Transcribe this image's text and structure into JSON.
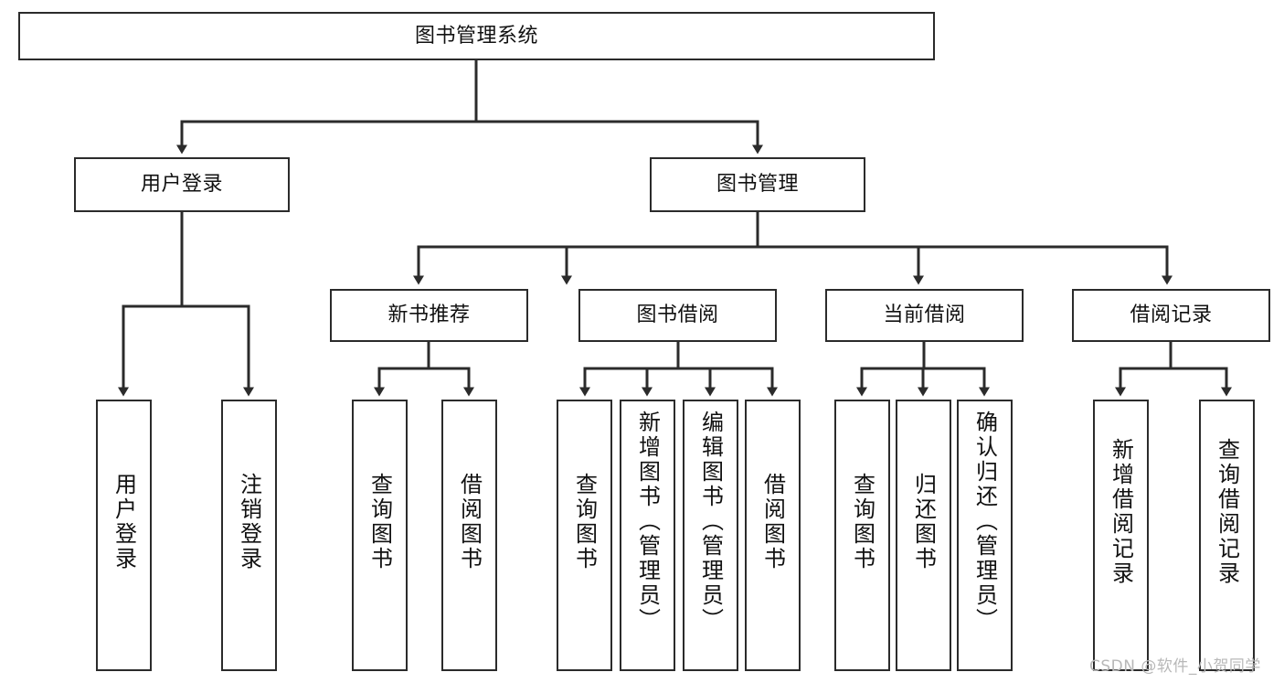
{
  "diagram": {
    "title": "图书管理系统",
    "type": "tree-hierarchy-chart",
    "orientation": "top-down",
    "colors": {
      "box_border": "#2b2b2b",
      "box_fill": "#ffffff",
      "edge": "#2b2b2b",
      "text": "#111111",
      "watermark": "#b8b8b8",
      "background": "#ffffff"
    },
    "root": {
      "id": "root",
      "label": "图书管理系统"
    },
    "level2": [
      {
        "id": "user-login",
        "label": "用户登录"
      },
      {
        "id": "book-manage",
        "label": "图书管理"
      }
    ],
    "level3": [
      {
        "id": "new-book-rec",
        "label": "新书推荐",
        "parent": "book-manage"
      },
      {
        "id": "book-borrow",
        "label": "图书借阅",
        "parent": "book-manage"
      },
      {
        "id": "current-borrow",
        "label": "当前借阅",
        "parent": "book-manage"
      },
      {
        "id": "borrow-record",
        "label": "借阅记录",
        "parent": "book-manage"
      }
    ],
    "leaves": {
      "user-login": [
        {
          "id": "leaf-user-login",
          "label": "用户登录"
        },
        {
          "id": "leaf-logout",
          "label": "注销登录"
        }
      ],
      "new-book-rec": [
        {
          "id": "leaf-query-book-1",
          "label": "查询图书"
        },
        {
          "id": "leaf-borrow-book-1",
          "label": "借阅图书"
        }
      ],
      "book-borrow": [
        {
          "id": "leaf-query-book-2",
          "label": "查询图书"
        },
        {
          "id": "leaf-add-book",
          "label": "新增图书（管理员）"
        },
        {
          "id": "leaf-edit-book",
          "label": "编辑图书（管理员）"
        },
        {
          "id": "leaf-borrow-book-2",
          "label": "借阅图书"
        }
      ],
      "current-borrow": [
        {
          "id": "leaf-query-book-3",
          "label": "查询图书"
        },
        {
          "id": "leaf-return-book",
          "label": "归还图书"
        },
        {
          "id": "leaf-confirm-return",
          "label": "确认归还（管理员）"
        }
      ],
      "borrow-record": [
        {
          "id": "leaf-add-record",
          "label": "新增借阅记录"
        },
        {
          "id": "leaf-query-record",
          "label": "查询借阅记录"
        }
      ]
    }
  },
  "watermark": {
    "text": "CSDN @软件_小贺同学"
  }
}
